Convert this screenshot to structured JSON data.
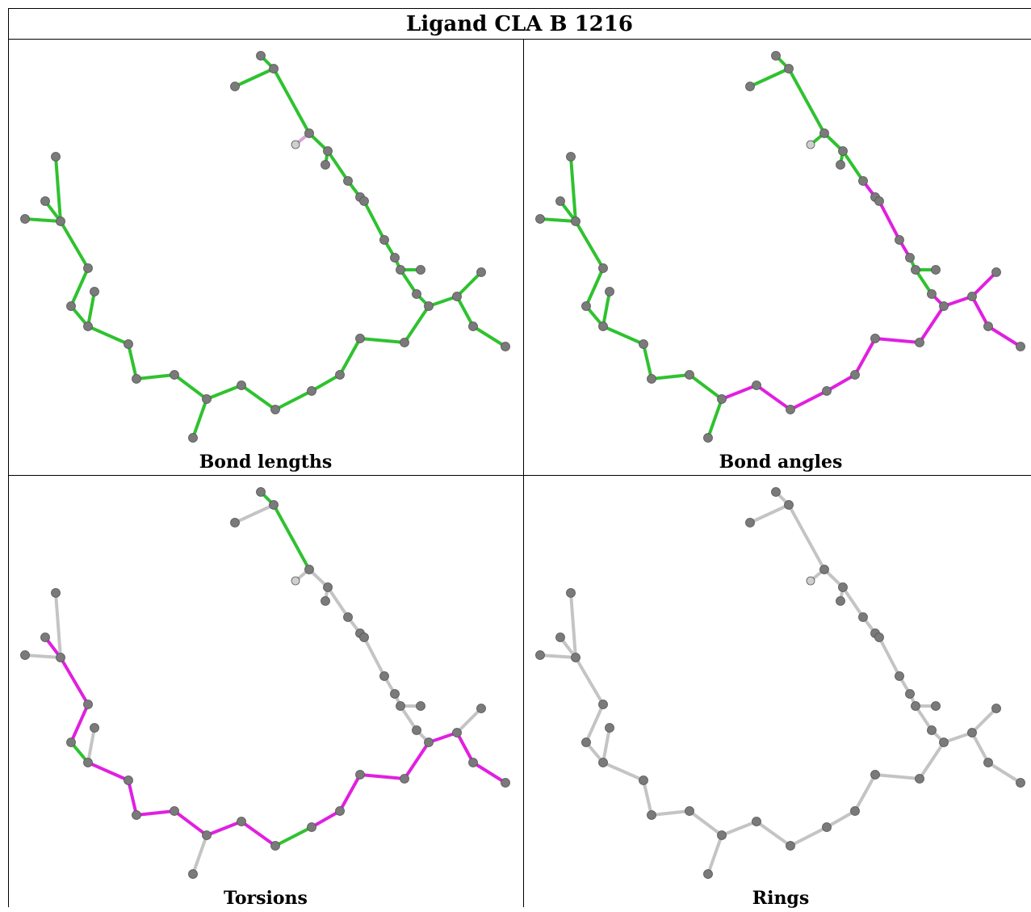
{
  "title": "Ligand CLA B 1216",
  "panels": [
    {
      "caption": "Bond lengths"
    },
    {
      "caption": "Bond angles"
    },
    {
      "caption": "Torsions"
    },
    {
      "caption": "Rings"
    }
  ],
  "colors": {
    "ok": "#2fc22f",
    "outlier": "#e020e0",
    "none": "#c4c4c4",
    "atom": "#7a7a7a",
    "border": "#000000"
  }
}
